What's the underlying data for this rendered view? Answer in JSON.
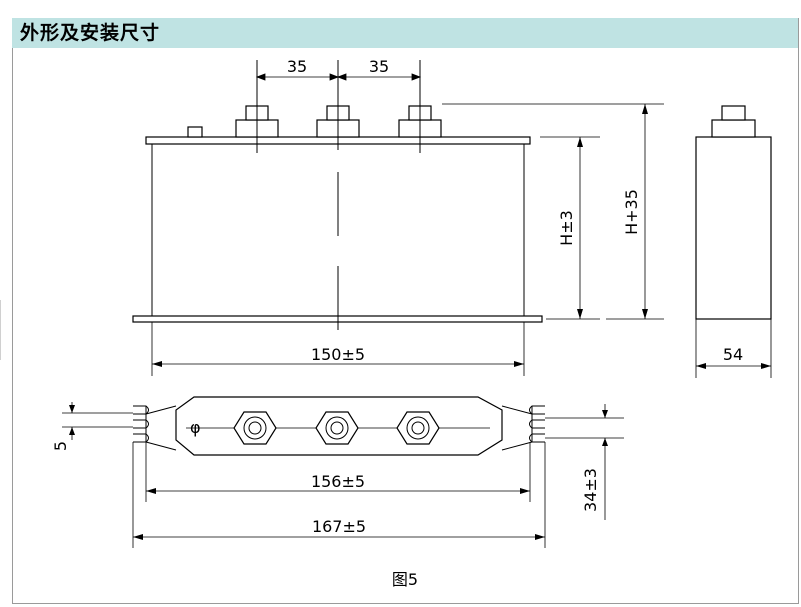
{
  "header": {
    "title": "外形及安装尺寸"
  },
  "dimensions": {
    "terminal_pitch_left": "35",
    "terminal_pitch_right": "35",
    "height_body": "H±3",
    "height_total": "H+35",
    "width_front": "150±5",
    "depth_side": "54",
    "slot_width": "5",
    "mounting_inner": "156±5",
    "mounting_outer": "167±5",
    "bracket_height": "34±3"
  },
  "symbols": {
    "phi": "φ"
  },
  "caption": "图5"
}
